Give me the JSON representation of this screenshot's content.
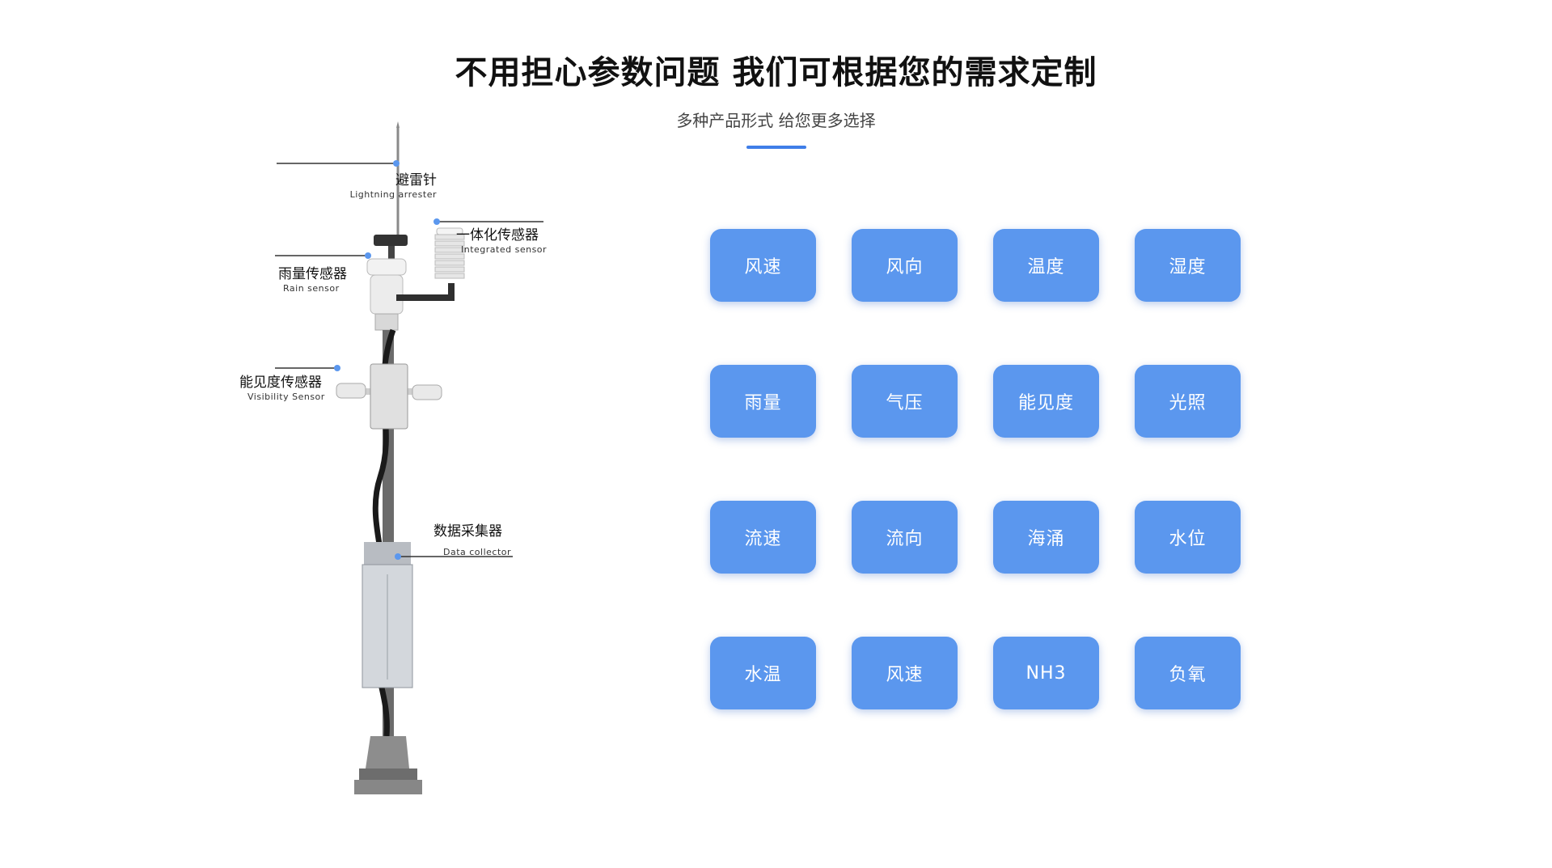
{
  "header": {
    "title": "不用担心参数问题  我们可根据您的需求定制",
    "subtitle": "多种产品形式  给您更多选择"
  },
  "accent_color": "#3f7ee8",
  "button_color": "#5b97ee",
  "callouts": {
    "lightning": {
      "zh": "避雷针",
      "en": "Lightning arrester"
    },
    "integrated": {
      "zh": "一体化传感器",
      "en": "Integrated sensor"
    },
    "rain": {
      "zh": "雨量传感器",
      "en": "Rain sensor"
    },
    "visibility": {
      "zh": "能见度传感器",
      "en": "Visibility Sensor"
    },
    "collector": {
      "zh": "数据采集器",
      "en": "Data collector"
    }
  },
  "parameters": [
    "风速",
    "风向",
    "温度",
    "湿度",
    "雨量",
    "气压",
    "能见度",
    "光照",
    "流速",
    "流向",
    "海涌",
    "水位",
    "水温",
    "风速",
    "NH3",
    "负氧"
  ]
}
